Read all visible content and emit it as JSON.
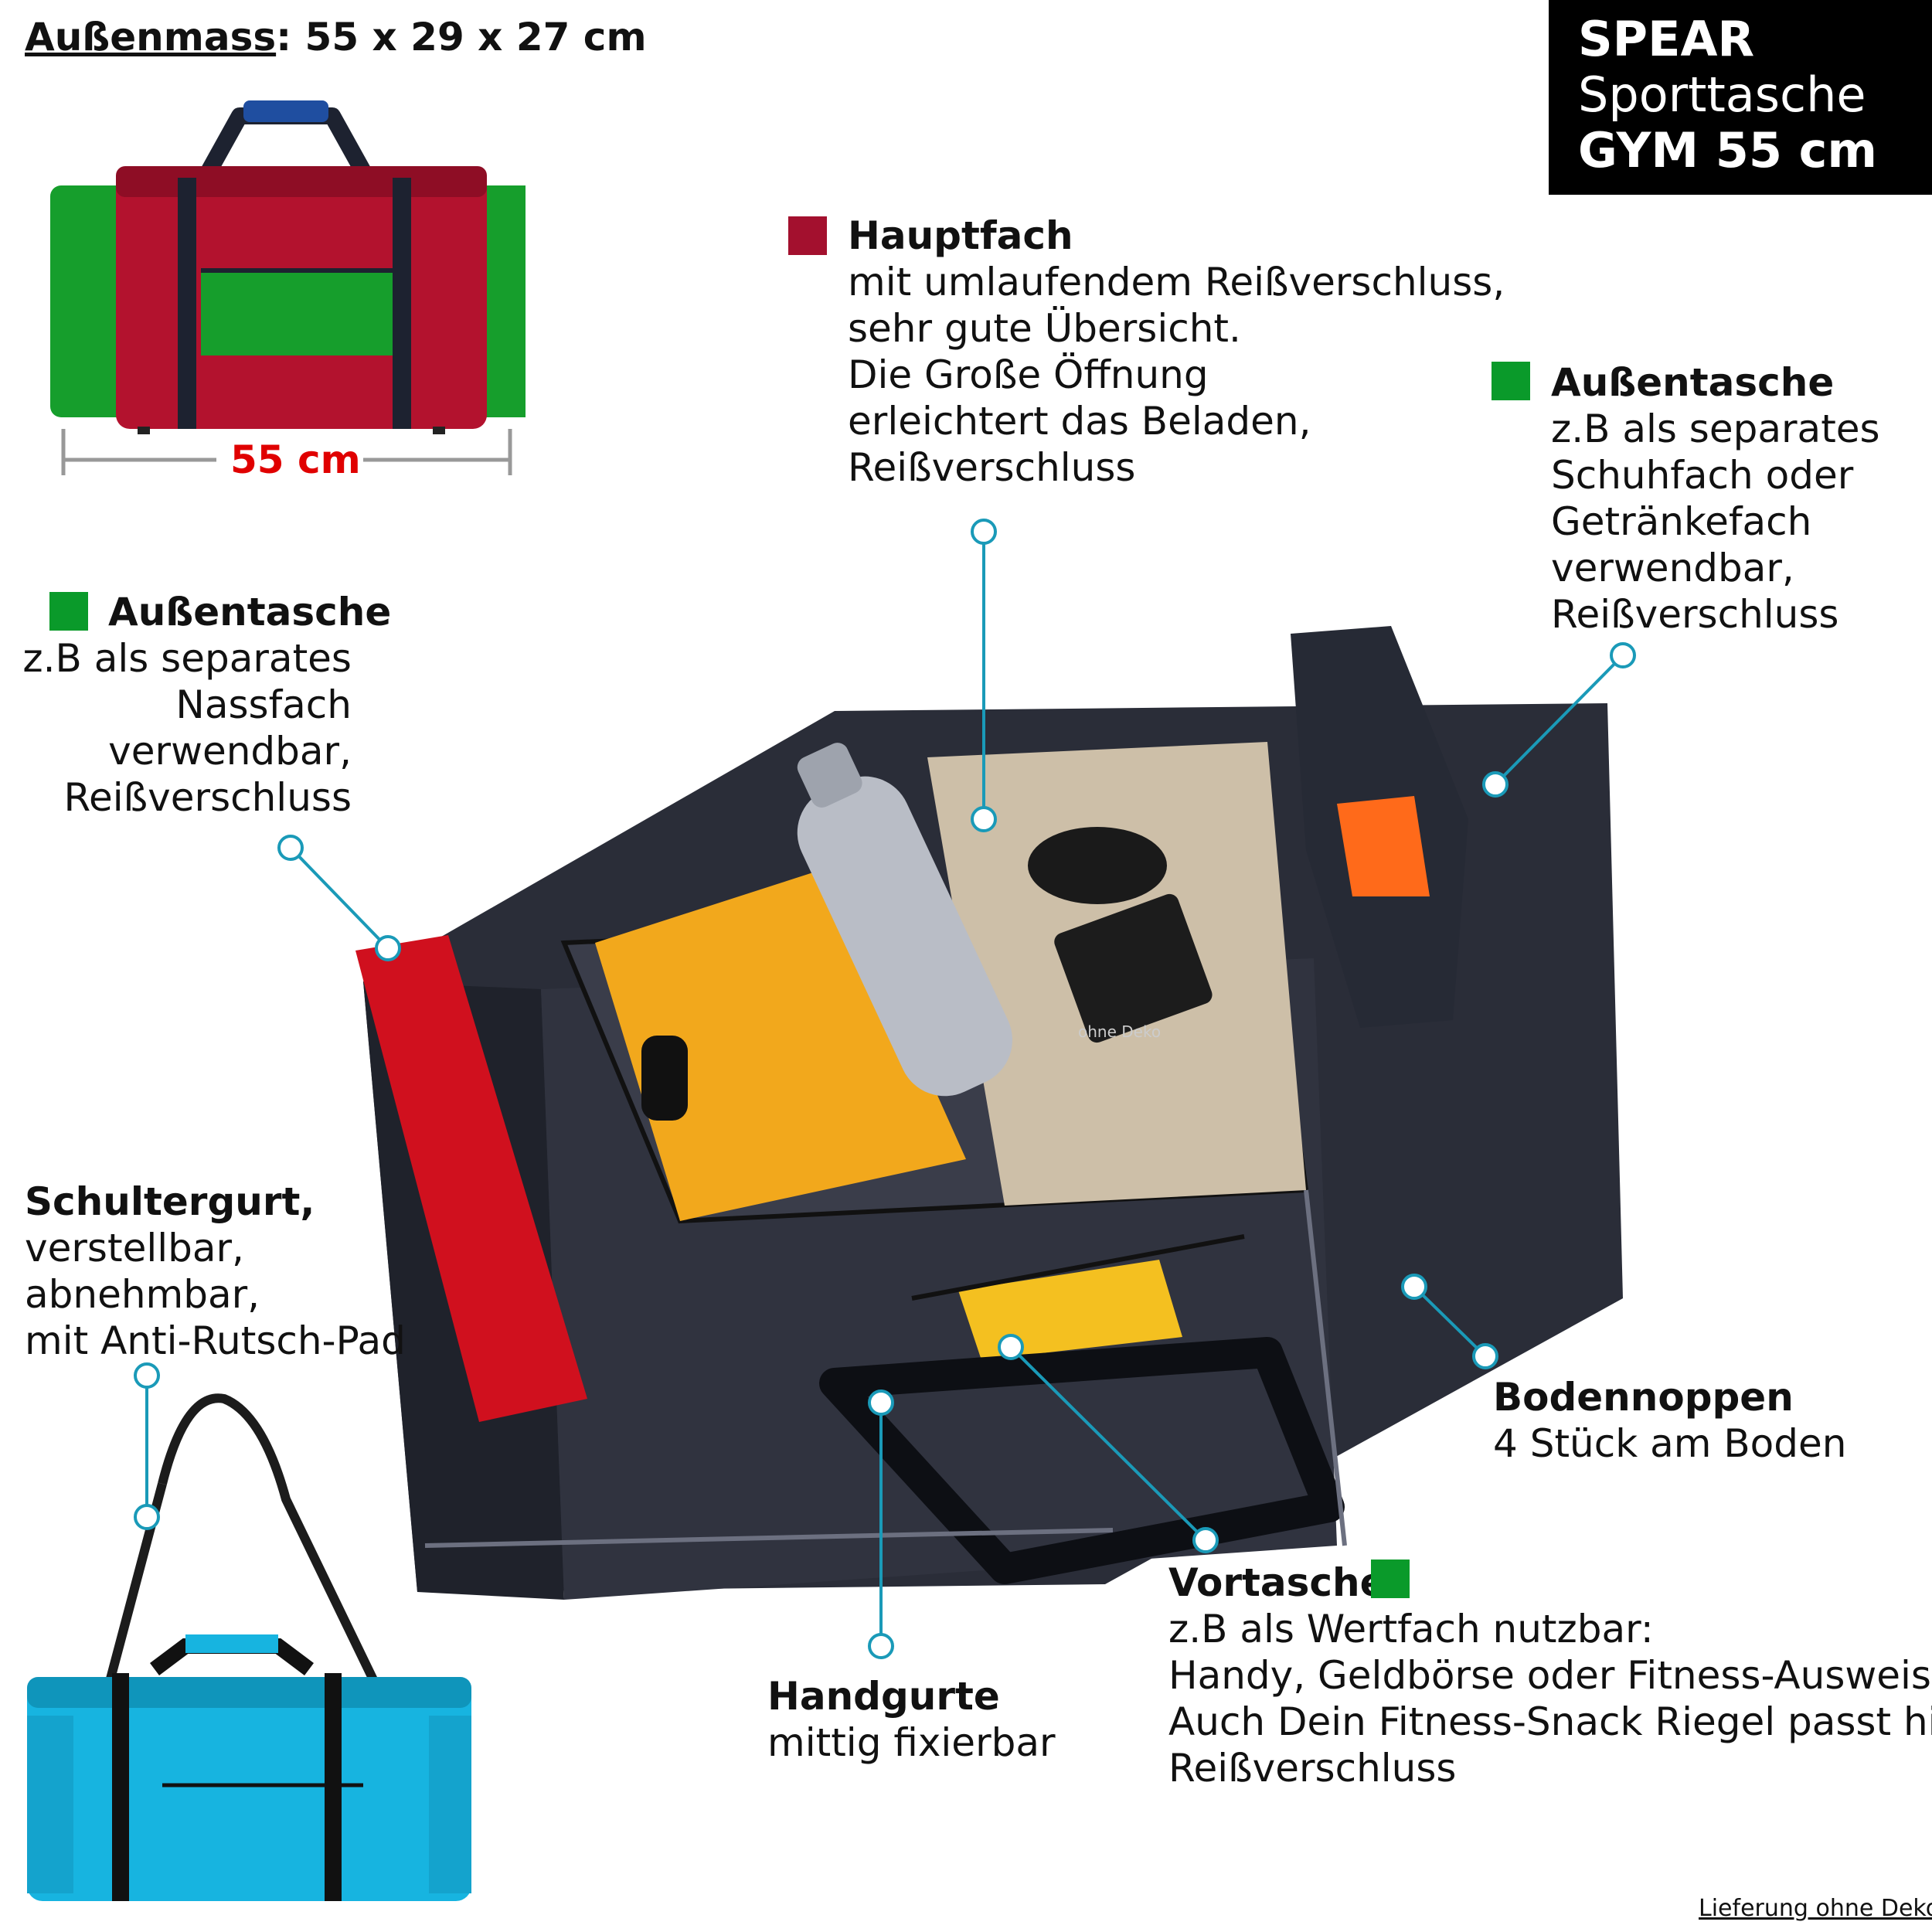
{
  "colors": {
    "accent_line": "#1a9ab8",
    "pocket_green": "#0a9a2a",
    "compartment_red": "#a3102e",
    "dimension_red": "#e00000",
    "bag_red": "#b3122e",
    "bag_green": "#169e2c",
    "bag_blue": "#17b4e0",
    "bag_dark": "#2a2d38"
  },
  "dimensions": {
    "label": "Außenmass",
    "value": ": 55 x 29 x 27 cm",
    "width_label": "55 cm"
  },
  "brand": {
    "name": "SPEAR",
    "line2": "Sporttasche",
    "line3": "GYM 55 cm"
  },
  "callouts": {
    "hauptfach": {
      "title": "Hauptfach",
      "lines": [
        "mit umlaufendem Reißverschluss,",
        "sehr gute Übersicht.",
        "Die Große Öffnung",
        "erleichtert das Beladen,",
        "Reißverschluss"
      ]
    },
    "aussentasche_right": {
      "title": "Außentasche",
      "lines": [
        "z.B als separates",
        "Schuhfach oder",
        "Getränkefach",
        "verwendbar,",
        "Reißverschluss"
      ]
    },
    "aussentasche_left": {
      "title": "Außentasche",
      "lines": [
        "z.B als separates",
        "Nassfach",
        "verwendbar,",
        "Reißverschluss"
      ]
    },
    "schultergurt": {
      "title": "Schultergurt,",
      "lines": [
        "verstellbar,",
        "abnehmbar,",
        "mit Anti-Rutsch-Pad"
      ]
    },
    "bodennoppen": {
      "title": "Bodennoppen",
      "lines": [
        "4 Stück am Boden"
      ]
    },
    "vortasche": {
      "title": "Vortasche",
      "lines": [
        "z.B als Wertfach nutzbar:",
        "Handy, Geldbörse oder Fitness-Ausweis.",
        "Auch Dein Fitness-Snack Riegel passt hier,",
        "Reißverschluss"
      ]
    },
    "handgurte": {
      "title": "Handgurte",
      "lines": [
        "mittig fixierbar"
      ]
    }
  },
  "footer": {
    "note": "Lieferung ohne Deko"
  },
  "watermark": "ohne Deko"
}
